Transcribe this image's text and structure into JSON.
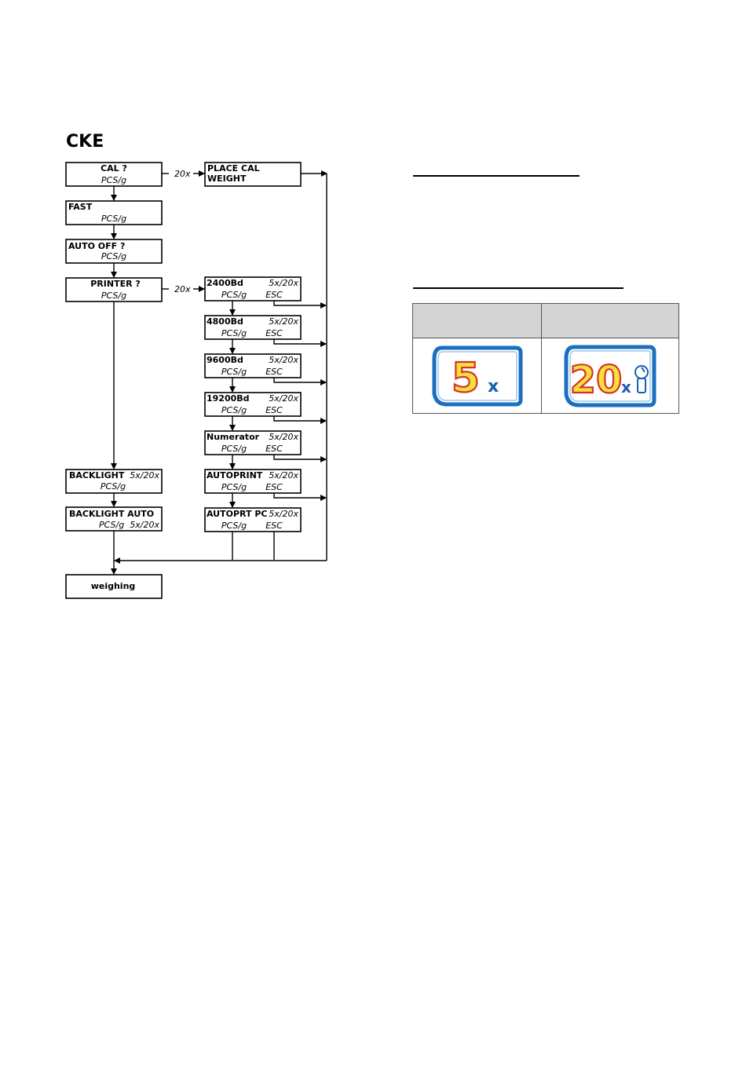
{
  "title": "CKE",
  "left_column": {
    "cal": {
      "line1": "CAL ?",
      "line2": "PCS/g"
    },
    "fast": {
      "line1": "FAST",
      "line2": "PCS/g"
    },
    "auto_off": {
      "line1": "AUTO OFF ?",
      "line2": "PCS/g"
    },
    "printer": {
      "line1": "PRINTER ?",
      "line2": "PCS/g"
    },
    "backlight": {
      "line1": "BACKLIGHT",
      "key": "5x/20x",
      "line2": "PCS/g"
    },
    "backlight_auto": {
      "line1": "BACKLIGHT AUTO",
      "line2": "PCS/g",
      "key": "5x/20x"
    },
    "weighing": {
      "label": "weighing"
    }
  },
  "arrow_labels": {
    "cal_to_place": "20x",
    "printer_to_baud": "20x"
  },
  "right_column": {
    "place_cal": {
      "line1": "PLACE CAL",
      "line2": "WEIGHT"
    },
    "items": [
      {
        "name": "2400Bd",
        "key": "5x/20x",
        "next": "PCS/g",
        "esc": "ESC"
      },
      {
        "name": "4800Bd",
        "key": "5x/20x",
        "next": "PCS/g",
        "esc": "ESC"
      },
      {
        "name": "9600Bd",
        "key": "5x/20x",
        "next": "PCS/g",
        "esc": "ESC"
      },
      {
        "name": "19200Bd",
        "key": "5x/20x",
        "next": "PCS/g",
        "esc": "ESC"
      },
      {
        "name": "Numerator",
        "key": "5x/20x",
        "next": "PCS/g",
        "esc": "ESC"
      },
      {
        "name": "AUTOPRINT",
        "key": "5x/20x",
        "next": "PCS/g",
        "esc": "ESC"
      },
      {
        "name": "AUTOPRT PC",
        "key": "5x/20x",
        "next": "PCS/g",
        "esc": "ESC"
      }
    ]
  },
  "keys_table": {
    "icons": [
      {
        "icon": "key-5x-icon",
        "number": "5",
        "suffix": "x"
      },
      {
        "icon": "key-20x-icon",
        "number": "20",
        "suffix": "x"
      }
    ],
    "colors": {
      "frame": "#1a6fc0",
      "digit_fill": "#f5e13a",
      "digit_outline": "#d8322a",
      "header_bg": "#d4d4d4"
    }
  }
}
